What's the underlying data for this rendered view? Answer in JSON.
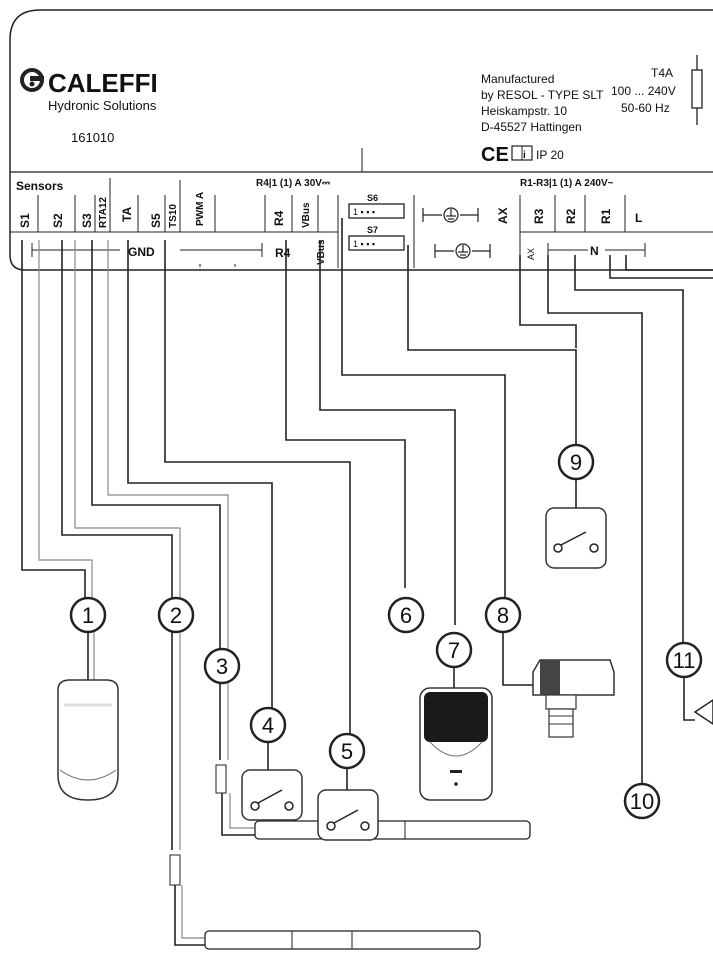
{
  "brand": {
    "name": "CALEFFI",
    "tagline": "Hydronic Solutions",
    "code": "161010"
  },
  "manufacturer": {
    "line1": "Manufactured",
    "line2": "by RESOL - TYPE SLT",
    "line3": "Heiskampstr. 10",
    "line4": "D-45527 Hattingen",
    "ip": "IP 20",
    "ce": "CE"
  },
  "fuse": {
    "rating": "T4A",
    "voltage": "100 ... 240V",
    "freq": "50-60 Hz"
  },
  "headers": {
    "sensors": "Sensors",
    "r4_rating": "R4|1 (1) A 30V⎓",
    "r1r3_rating": "R1-R3|1 (1) A 240V~"
  },
  "terminals": {
    "s1": "S1",
    "s2": "S2",
    "s3": "S3",
    "rta12": "RTA12",
    "ta": "TA",
    "s5": "S5",
    "ts10": "TS10",
    "pwma": "PWM A",
    "r4": "R4",
    "vbus": "VBus",
    "s6": "S6",
    "s7": "S7",
    "ax": "AX",
    "r3": "R3",
    "r2": "R2",
    "r1": "R1",
    "l": "L",
    "gnd": "GND",
    "n": "N",
    "connector_pins": "1 ▪ ▪ ▪"
  },
  "callouts": [
    "1",
    "2",
    "3",
    "4",
    "5",
    "6",
    "7",
    "8",
    "9",
    "10",
    "11"
  ]
}
